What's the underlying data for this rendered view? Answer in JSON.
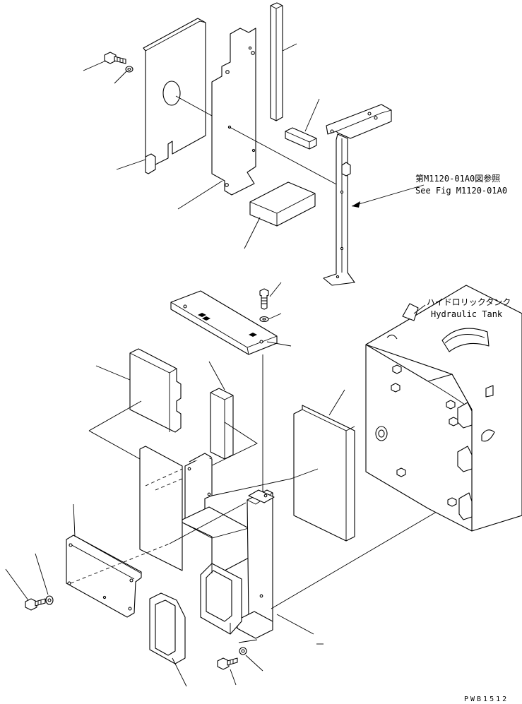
{
  "labels": {
    "ref_fig_jp": "第M1120-01A0図参照",
    "ref_fig_en": "See Fig M1120-01A0",
    "tank_jp": "ハイドロリックタンク",
    "tank_en": "Hydraulic Tank",
    "drawing_code": "PWB1512"
  }
}
